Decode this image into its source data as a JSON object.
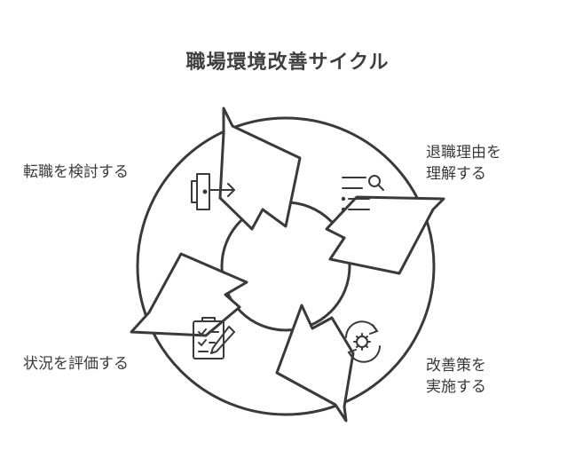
{
  "title": "職場環境改善サイクル",
  "steps": [
    {
      "lines": [
        "退職理由を",
        "理解する"
      ],
      "icon": "list-search-icon"
    },
    {
      "lines": [
        "改善策を",
        "実施する"
      ],
      "icon": "refresh-gear-icon"
    },
    {
      "lines": [
        "状況を評価する"
      ],
      "icon": "clipboard-pencil-icon"
    },
    {
      "lines": [
        "転職を検討する"
      ],
      "icon": "door-exit-icon"
    }
  ]
}
